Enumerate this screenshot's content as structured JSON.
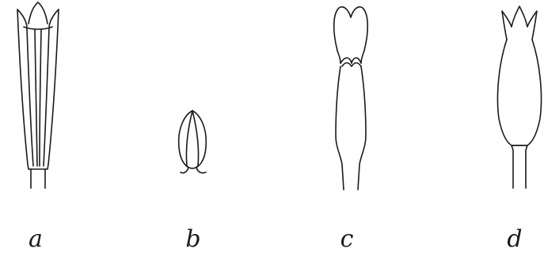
{
  "figures": [
    {
      "id": "a",
      "label": "a"
    },
    {
      "id": "b",
      "label": "b"
    },
    {
      "id": "c",
      "label": "c"
    },
    {
      "id": "d",
      "label": "d"
    }
  ],
  "ink_color": "#1a1a1a",
  "background_color": "#ffffff"
}
